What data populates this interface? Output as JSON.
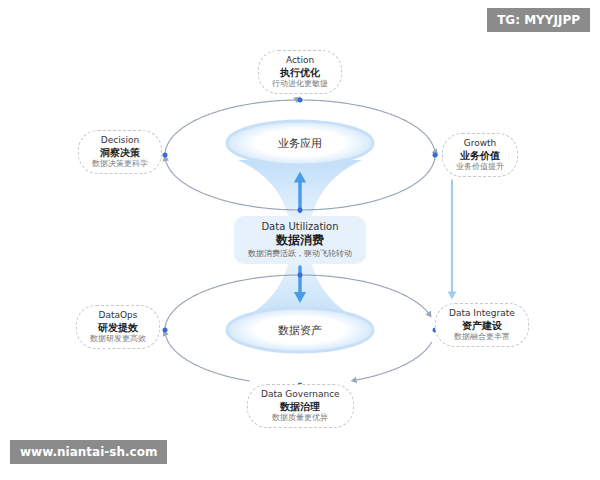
{
  "diagram": {
    "nodes": [
      {
        "text": [
          "Action",
          "执行优化",
          "行动进化更敏捷"
        ]
      },
      {
        "text": [
          "Decision",
          "洞察决策",
          "数据决策更科学"
        ]
      },
      {
        "text": [
          "业务应用"
        ]
      },
      {
        "text": [
          "Growth",
          "业务价值",
          "业务价值提升"
        ]
      },
      {
        "text": [
          "Data Utilization",
          "数据消费",
          "数据消费活跃，驱动飞轮转动"
        ]
      },
      {
        "text": [
          "DataOps",
          "研发提效",
          "数据研发更高效"
        ]
      },
      {
        "text": [
          "数据资产"
        ]
      },
      {
        "text": [
          "Data Integrate",
          "资产建设",
          "数据融合更丰富"
        ]
      },
      {
        "text": [
          "Data Governance",
          "数据治理",
          "数据质量更优异"
        ]
      }
    ],
    "edges": [
      {
        "from": 1,
        "to": 0,
        "arrow": "to"
      },
      {
        "from": 0,
        "to": 3,
        "arrow": "to"
      },
      {
        "from": 3,
        "to": 1,
        "arrow": "to"
      },
      {
        "from": 3,
        "to": 7,
        "arrow": "to"
      },
      {
        "from": 4,
        "to": 2,
        "arrow": "to"
      },
      {
        "from": 4,
        "to": 6,
        "arrow": "to"
      },
      {
        "from": 5,
        "to": 7,
        "arrow": "to"
      },
      {
        "from": 7,
        "to": 8,
        "arrow": "to"
      },
      {
        "from": 8,
        "to": 5,
        "arrow": "to"
      }
    ],
    "labels": [
      "TG: MYYJJPP",
      "www.niantai-sh.com"
    ]
  }
}
